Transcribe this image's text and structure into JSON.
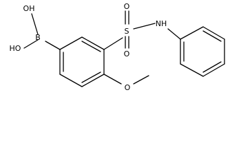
{
  "molecule": {
    "atoms": {
      "boronic_oh_top": "OH",
      "boronic_oh_bottom": "HO",
      "boron": "B",
      "sulfur": "S",
      "sulfonyl_o_top": "O",
      "sulfonyl_o_bottom": "O",
      "amine": "NH",
      "methoxy_o": "O"
    }
  }
}
